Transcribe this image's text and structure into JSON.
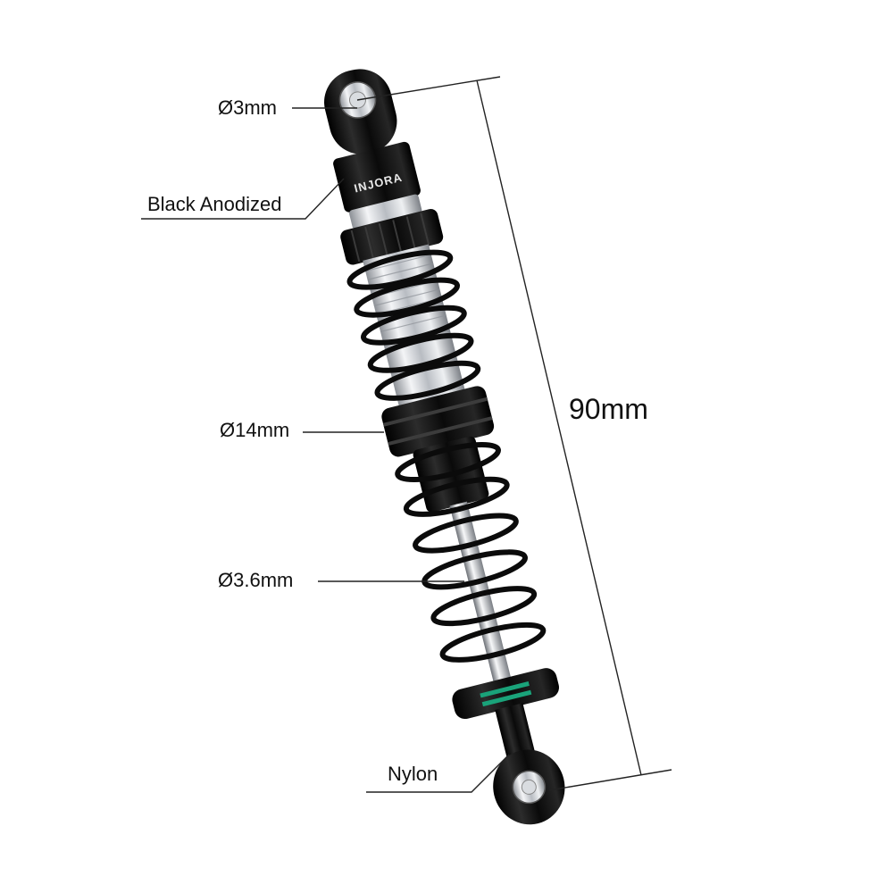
{
  "brand": "INJORA",
  "labels": {
    "eye_diameter": "Ø3mm",
    "finish": "Black Anodized",
    "body_diameter": "Ø14mm",
    "shaft_diameter": "Ø3.6mm",
    "lower_material": "Nylon",
    "length": "90mm"
  },
  "colors": {
    "anodized_black": "#0d0d0d",
    "aluminum": "#c9ccd1",
    "accent_green": "#1aa37a",
    "leader_line": "#222222"
  }
}
